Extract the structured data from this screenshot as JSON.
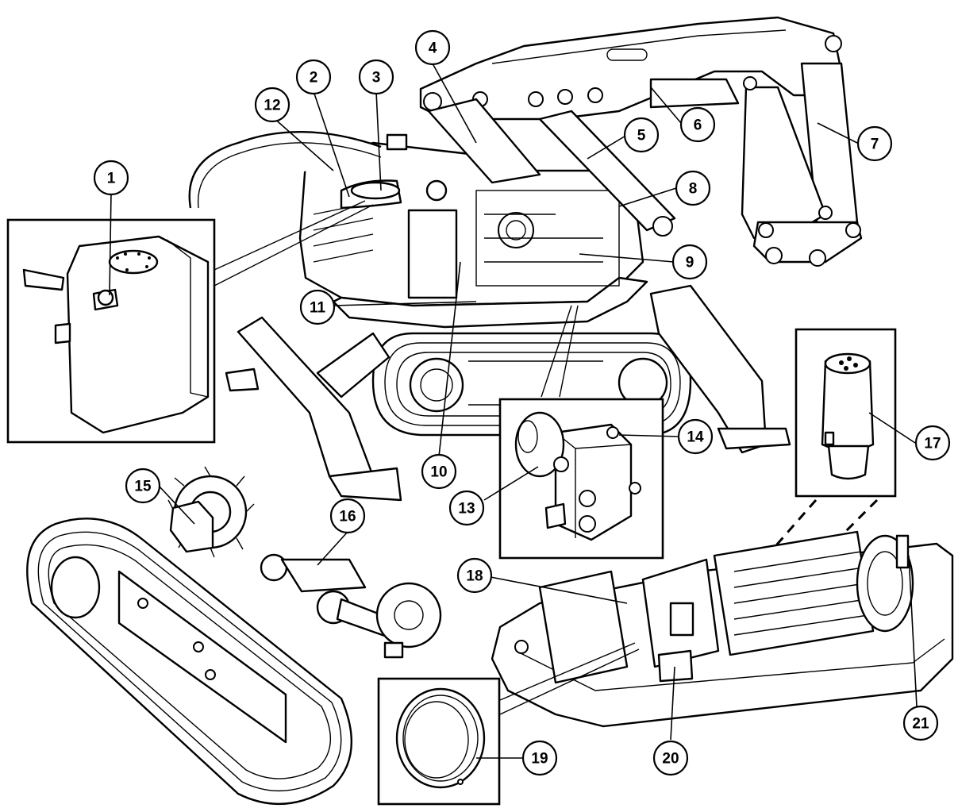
{
  "diagram": {
    "callouts": [
      {
        "id": "1",
        "label": "1"
      },
      {
        "id": "2",
        "label": "2"
      },
      {
        "id": "3",
        "label": "3"
      },
      {
        "id": "4",
        "label": "4"
      },
      {
        "id": "5",
        "label": "5"
      },
      {
        "id": "6",
        "label": "6"
      },
      {
        "id": "7",
        "label": "7"
      },
      {
        "id": "8",
        "label": "8"
      },
      {
        "id": "9",
        "label": "9"
      },
      {
        "id": "10",
        "label": "10"
      },
      {
        "id": "11",
        "label": "11"
      },
      {
        "id": "12",
        "label": "12"
      },
      {
        "id": "13",
        "label": "13"
      },
      {
        "id": "14",
        "label": "14"
      },
      {
        "id": "15",
        "label": "15"
      },
      {
        "id": "16",
        "label": "16"
      },
      {
        "id": "17",
        "label": "17"
      },
      {
        "id": "18",
        "label": "18"
      },
      {
        "id": "19",
        "label": "19"
      },
      {
        "id": "20",
        "label": "20"
      },
      {
        "id": "21",
        "label": "21"
      }
    ],
    "colors": {
      "line": "#000000",
      "fill": "#ffffff",
      "shade": "#e8e8e8"
    }
  }
}
